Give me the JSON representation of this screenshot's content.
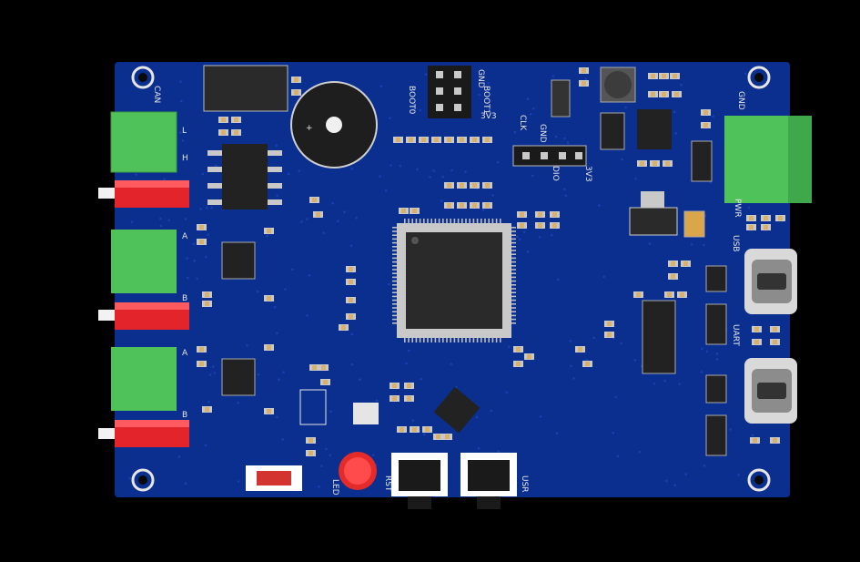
{
  "board": {
    "colors": {
      "pcb": "#0b2f8f",
      "silk": "#e6e6e6",
      "connector_green": "#4fc35a",
      "connector_red": "#e4242b",
      "chip": "#222222",
      "pad": "#c9c9c9",
      "background": "#000000"
    },
    "labels": {
      "can": "CAN",
      "can_l": "L",
      "can_h": "H",
      "rs485_1": "A",
      "rs485_1b": "B",
      "rs485_2": "A",
      "rs485_2b": "B",
      "gnd_top": "GND",
      "boot1": "BOOT1",
      "boot0": "BOOT0",
      "v3_top": "3V3",
      "clk": "CLK",
      "gnd_swd": "GND",
      "dio": "DIO",
      "v3_swd": "3V3",
      "gnd_right": "GND",
      "pwr": "PWR",
      "usb": "USB",
      "uart": "UART",
      "rst": "RST",
      "usr": "USR",
      "led": "LED"
    },
    "icons": [
      "mounting-hole-icon",
      "buzzer-icon",
      "mcu-chip-icon"
    ]
  }
}
